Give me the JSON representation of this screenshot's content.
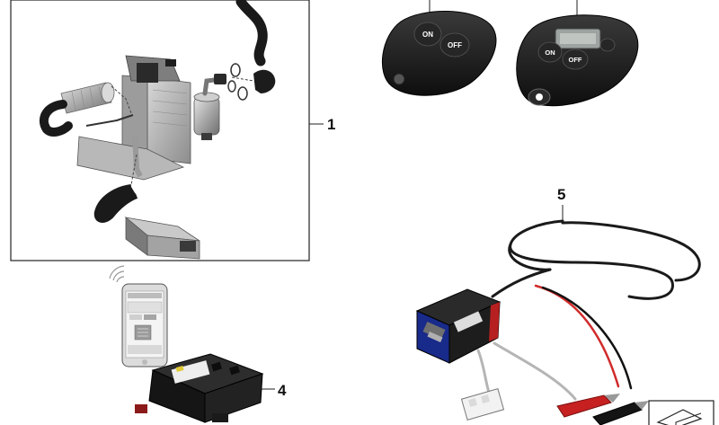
{
  "callouts": {
    "one": "1",
    "four": "4",
    "five": "5"
  },
  "remotes": {
    "left": {
      "on": "ON",
      "off": "OFF"
    },
    "right": {
      "on": "ON",
      "off": "OFF"
    }
  },
  "colors": {
    "line": "#222222",
    "part_dark": "#2a2a2a",
    "part_mid": "#8a8a8a",
    "part_light": "#cfcfcf",
    "cable": "#1a1a1a",
    "wire_red": "#d12b2b",
    "wire_grey": "#b5b5b5",
    "clip_red": "#c62020",
    "connector_white": "#f2f2f2",
    "module_blue": "#2a3f9a",
    "module_red": "#c12a2a"
  }
}
